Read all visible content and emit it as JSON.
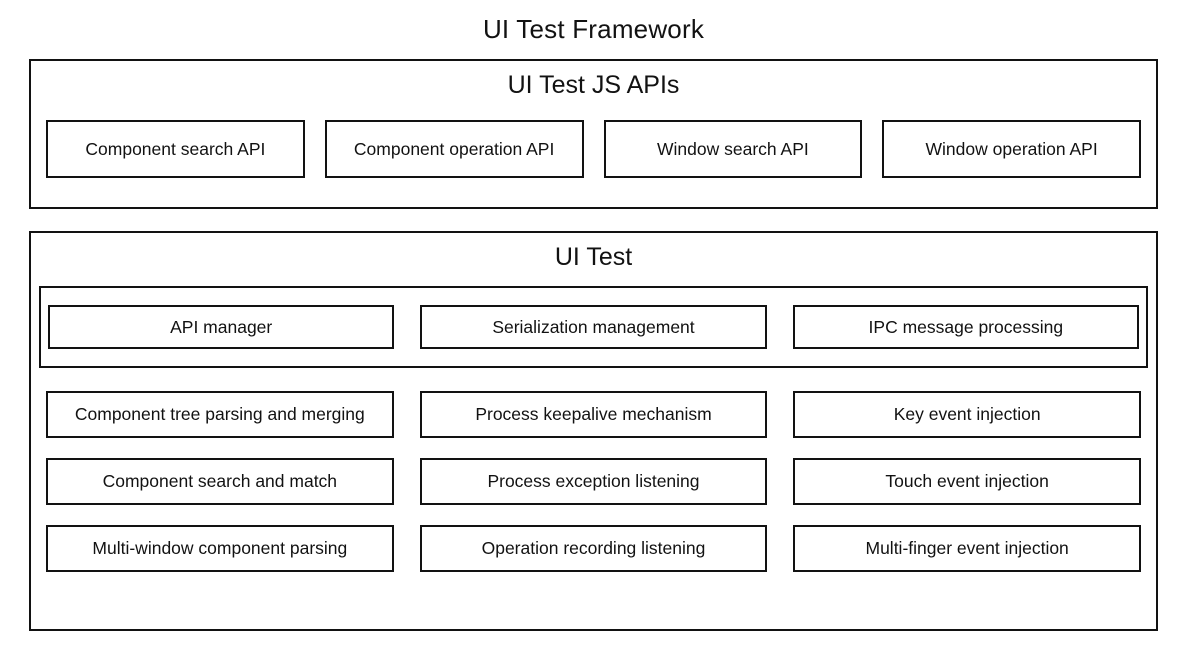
{
  "title": "UI Test Framework",
  "js_apis": {
    "title": "UI Test JS APIs",
    "items": [
      {
        "label": "Component search API"
      },
      {
        "label": "Component operation API"
      },
      {
        "label": "Window search API"
      },
      {
        "label": "Window operation API"
      }
    ]
  },
  "ui_test": {
    "title": "UI Test",
    "core": [
      {
        "label": "API manager"
      },
      {
        "label": "Serialization management"
      },
      {
        "label": "IPC message processing"
      }
    ],
    "grid": [
      [
        "Component tree parsing and merging",
        "Process keepalive mechanism",
        "Key event injection"
      ],
      [
        "Component search and match",
        "Process exception listening",
        "Touch event injection"
      ],
      [
        "Multi-window component parsing",
        "Operation recording listening",
        "Multi-finger event injection"
      ]
    ]
  }
}
